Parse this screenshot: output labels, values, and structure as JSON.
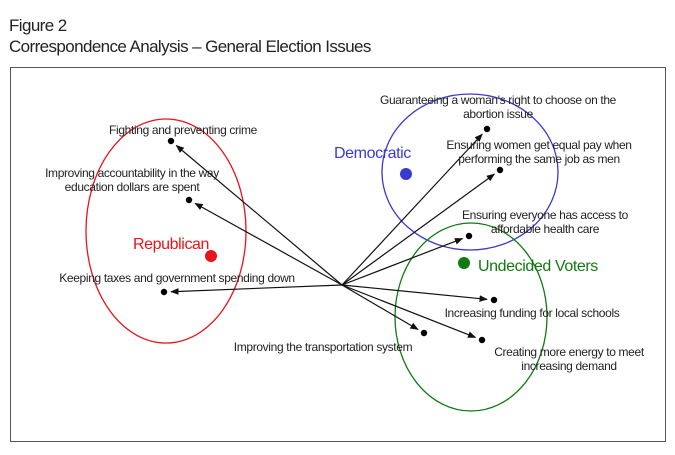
{
  "figure_label": "Figure 2",
  "title": "Correspondence Analysis – General Election Issues",
  "chart_data": {
    "type": "scatter",
    "title": "Correspondence Analysis – General Election Issues",
    "groups": [
      {
        "name": "Republican",
        "color": "#e8141b"
      },
      {
        "name": "Democratic",
        "color": "#3a3ad0"
      },
      {
        "name": "Undecided Voters",
        "color": "#107a10"
      }
    ],
    "issues": [
      {
        "lines": [
          "Fighting and preventing crime"
        ]
      },
      {
        "lines": [
          "Improving accountability in the way",
          "education dollars are spent"
        ]
      },
      {
        "lines": [
          "Keeping taxes and government spending down"
        ]
      },
      {
        "lines": [
          "Guaranteeing a woman's right to choose on the",
          "abortion issue"
        ]
      },
      {
        "lines": [
          "Ensuring women get equal pay when",
          "performing the same job as men"
        ]
      },
      {
        "lines": [
          "Ensuring everyone has access to",
          "affordable health care"
        ]
      },
      {
        "lines": [
          "Increasing funding for local schools"
        ]
      },
      {
        "lines": [
          "Improving the transportation system"
        ]
      },
      {
        "lines": [
          "Creating more energy to meet",
          "increasing demand"
        ]
      }
    ]
  }
}
